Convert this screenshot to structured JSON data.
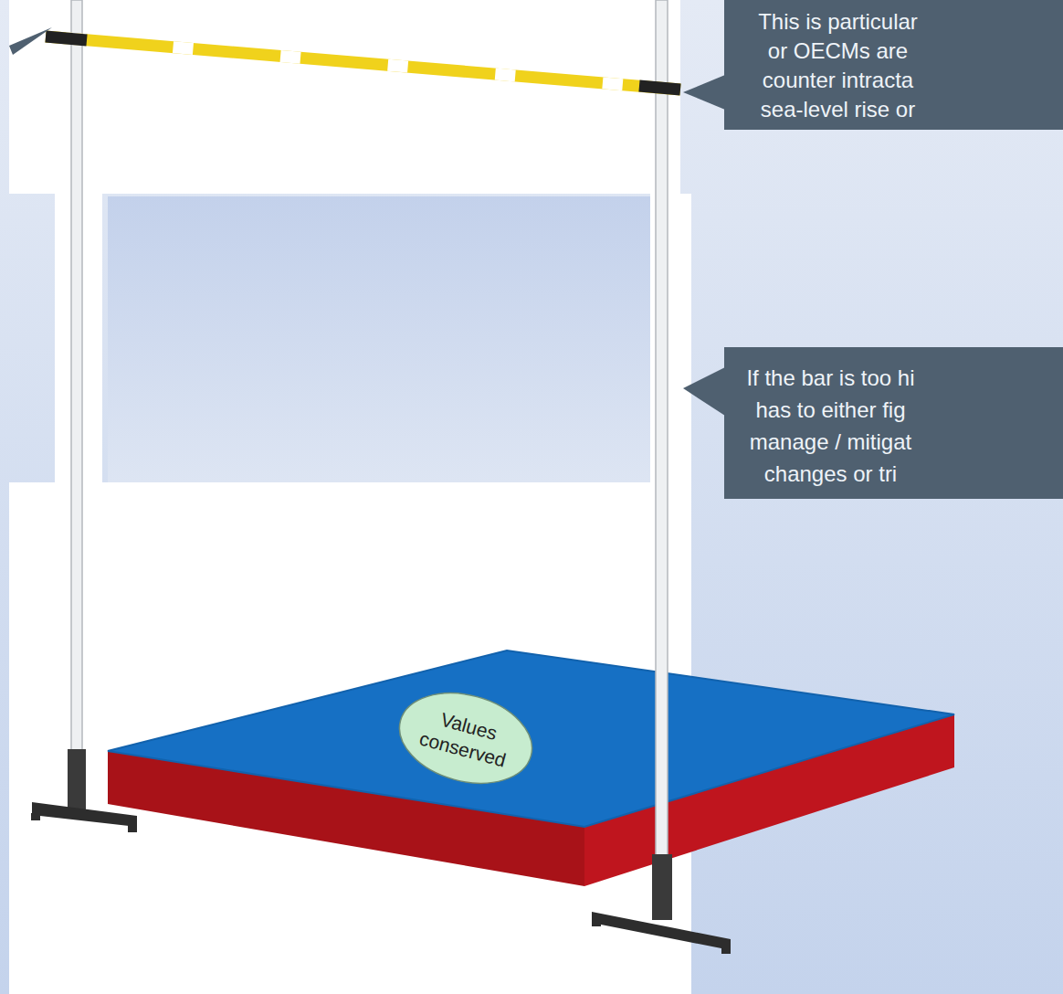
{
  "diagram": {
    "nodes": [
      {
        "text": [
          "This is particular or OECMs are counter intracta sea-level rise or"
        ]
      },
      {
        "text": [
          "If the bar is too hi has to either fig manage / mitigat changes or tri"
        ]
      },
      {
        "text": [
          "Values conserved"
        ]
      }
    ]
  }
}
